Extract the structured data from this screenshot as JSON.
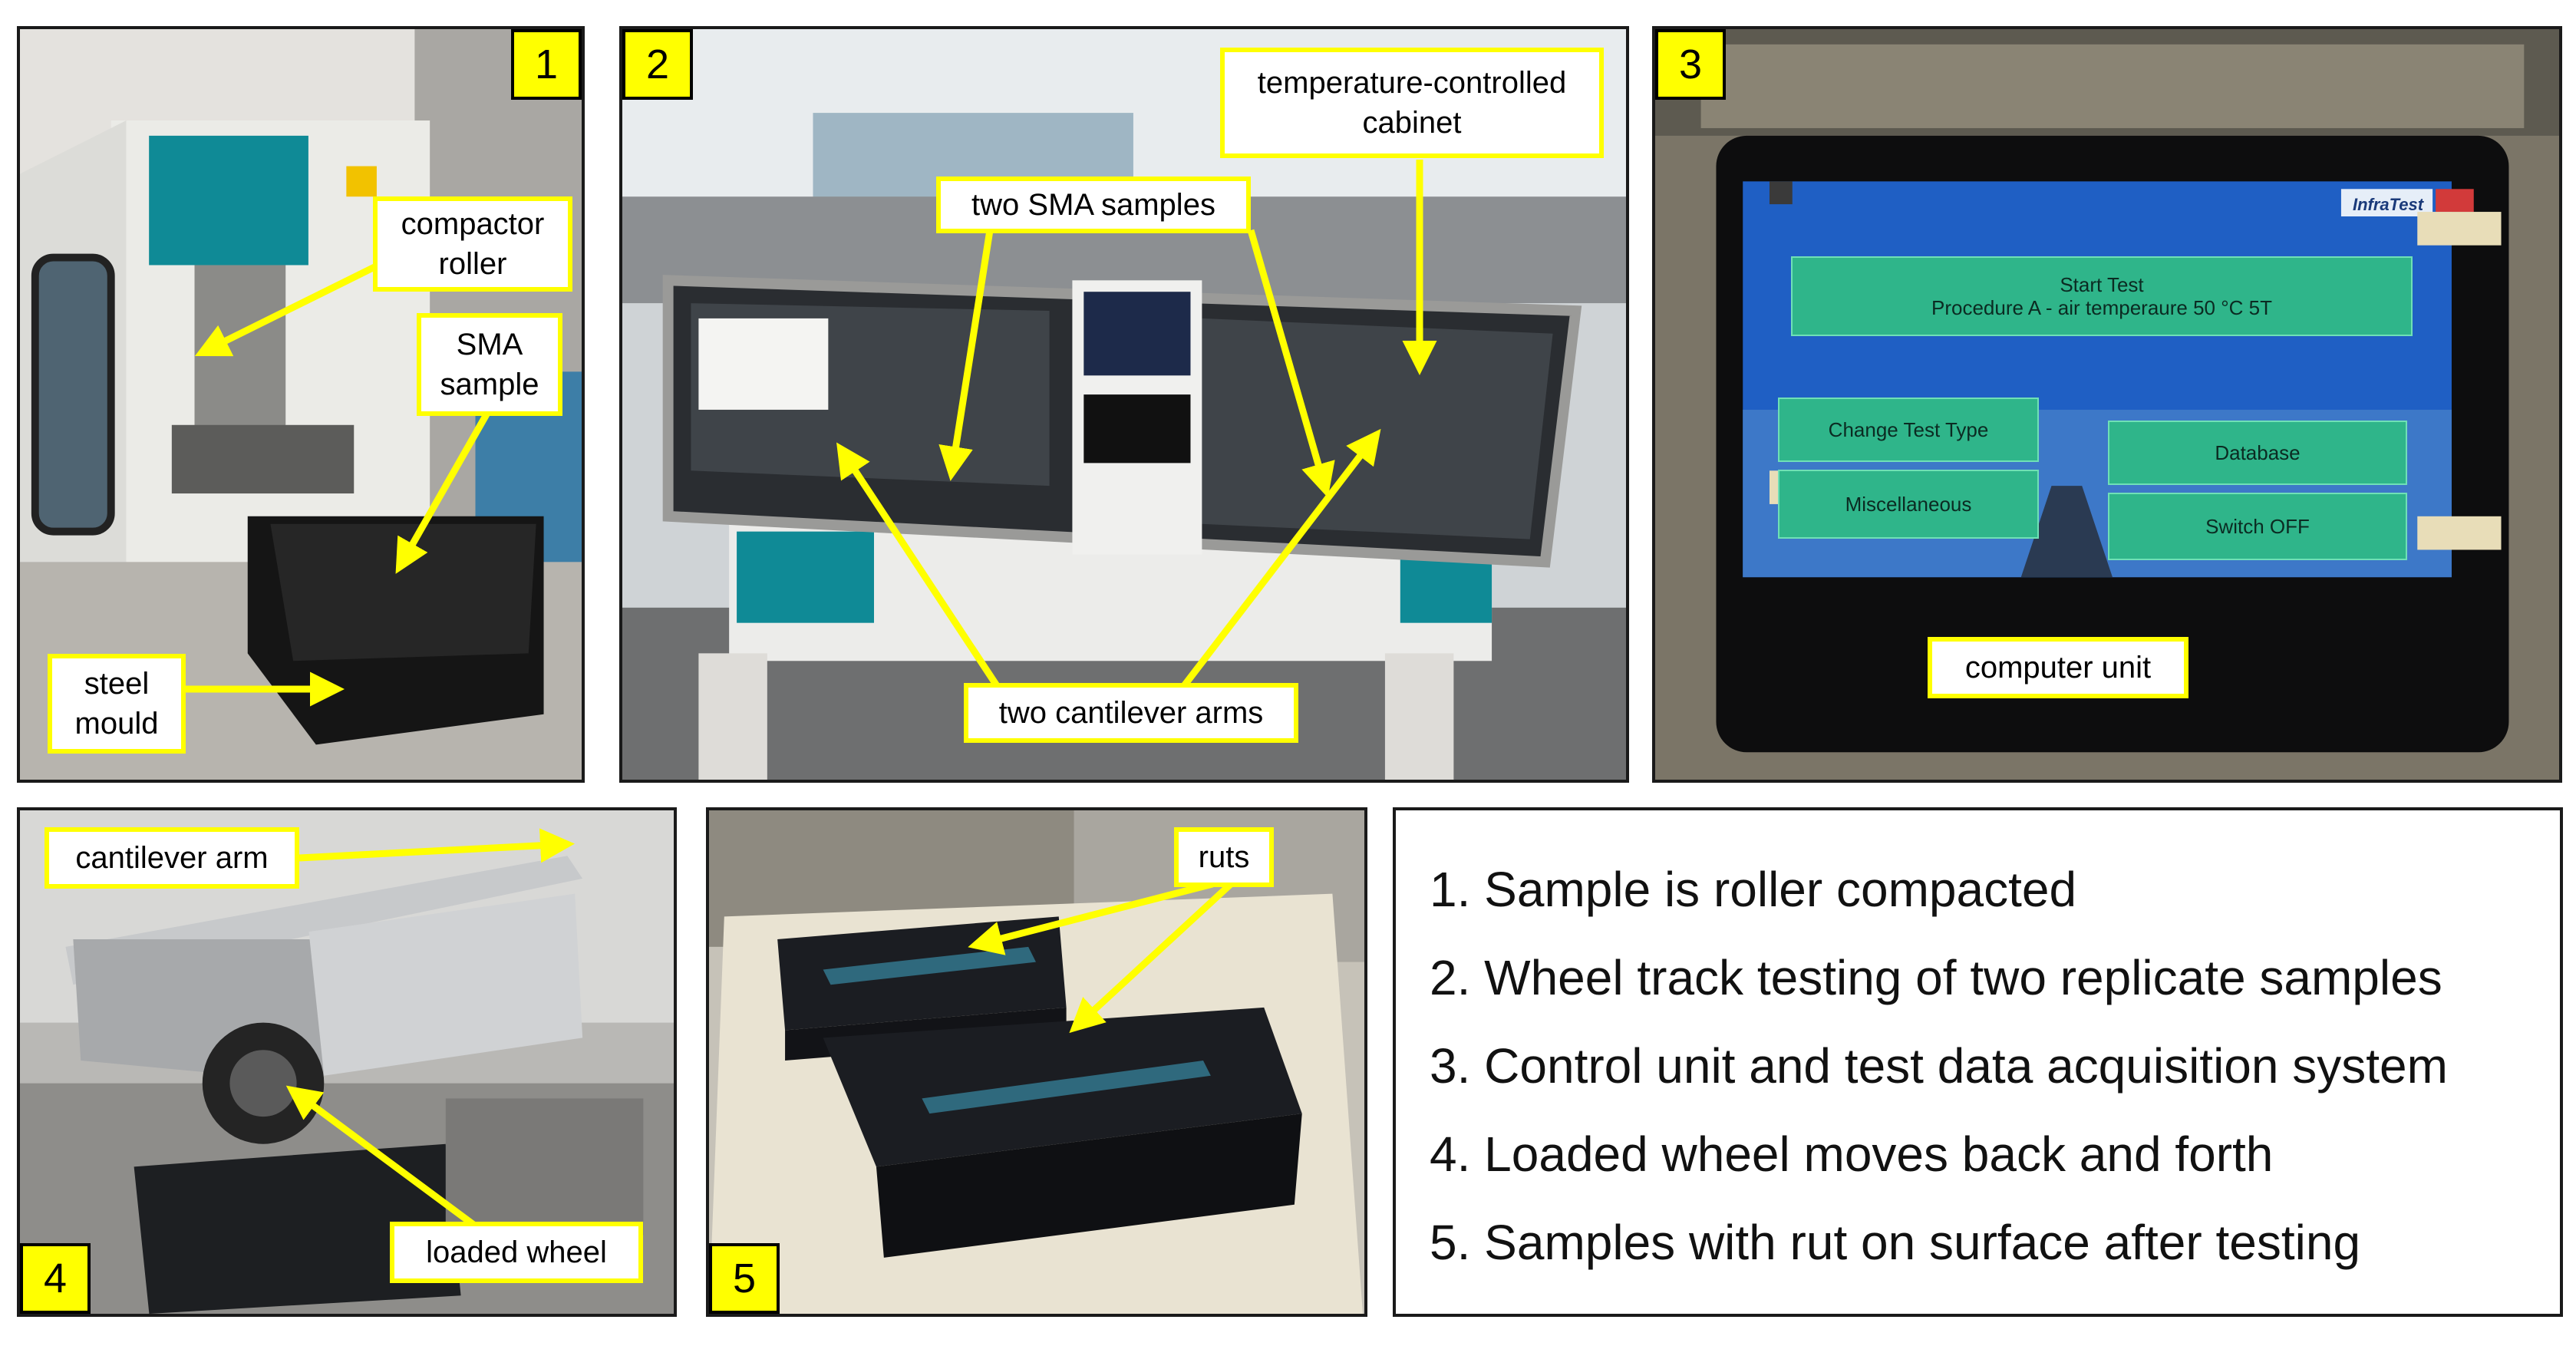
{
  "panels": [
    {
      "number": "1"
    },
    {
      "number": "2"
    },
    {
      "number": "3"
    },
    {
      "number": "4"
    },
    {
      "number": "5"
    }
  ],
  "callouts": {
    "compactor_roller": "compactor roller",
    "sma_sample": "SMA sample",
    "steel_mould": "steel mould",
    "two_sma_samples": "two SMA samples",
    "temperature_cabinet": "temperature-controlled cabinet",
    "two_cantilever_arms": "two cantilever arms",
    "computer_unit": "computer unit",
    "cantilever_arm": "cantilever arm",
    "loaded_wheel": "loaded wheel",
    "ruts": "ruts"
  },
  "screen": {
    "brand": "InfraTest",
    "start_test": "Start Test",
    "procedure": "Procedure A - air temperaure 50 °C 5T",
    "change_test_type": "Change Test Type",
    "database": "Database",
    "miscellaneous": "Miscellaneous",
    "switch_off": "Switch OFF"
  },
  "legend": [
    "1. Sample is roller compacted",
    "2. Wheel track testing of two replicate samples",
    "3. Control unit and test data acquisition system",
    "4. Loaded wheel moves back and forth",
    "5. Samples with rut on surface after testing"
  ],
  "colors": {
    "badge": "#ffff00",
    "callout_border": "#ffff00",
    "arrow": "#ffff00",
    "machine_teal": "#0f8a96",
    "screen_blue": "#1f5fc4",
    "screen_button": "#2fb58a",
    "asphalt": "#1b1d22"
  }
}
